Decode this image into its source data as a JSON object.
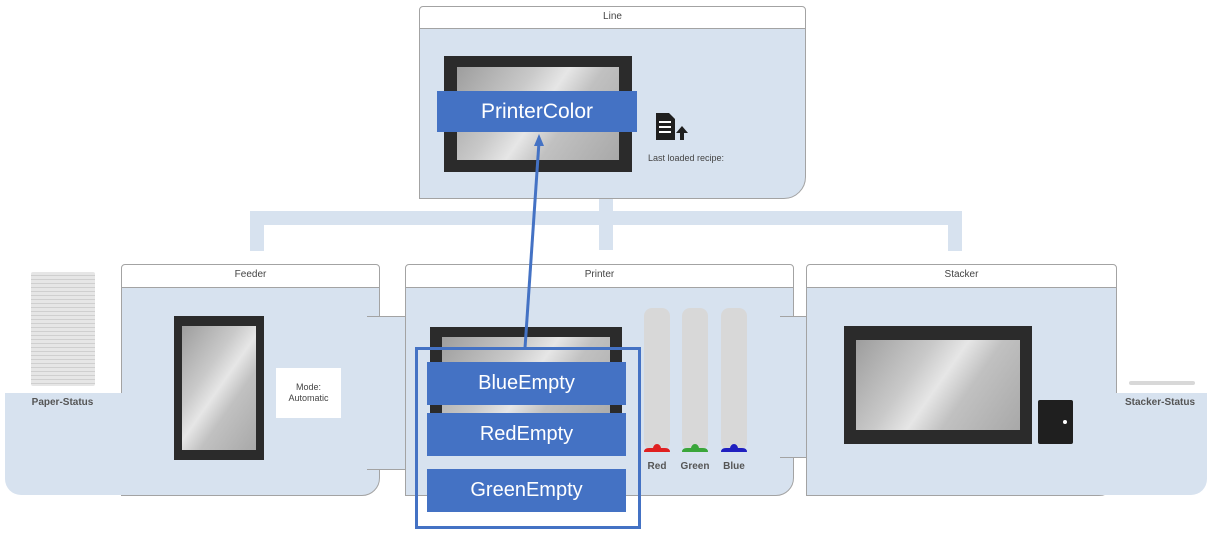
{
  "line": {
    "title": "Line",
    "machine_label": "PrinterColor",
    "last_recipe_label": "Last loaded recipe:",
    "recipe_icon": "document-upload-icon"
  },
  "feeder": {
    "title": "Feeder",
    "mode_label": "Mode:",
    "mode_value": "Automatic"
  },
  "printer": {
    "title": "Printer",
    "alarms": [
      "BlueEmpty",
      "RedEmpty",
      "GreenEmpty"
    ],
    "inks": [
      {
        "name": "Red",
        "color": "#e02020"
      },
      {
        "name": "Green",
        "color": "#3aa63a"
      },
      {
        "name": "Blue",
        "color": "#2020c0"
      }
    ]
  },
  "stacker": {
    "title": "Stacker",
    "door_icon": "door-icon"
  },
  "paper_status": {
    "label": "Paper-Status"
  },
  "stacker_status": {
    "label": "Stacker-Status"
  },
  "colors": {
    "panel": "#d7e2ef",
    "accent": "#4472c4",
    "link": "#4472c4"
  }
}
